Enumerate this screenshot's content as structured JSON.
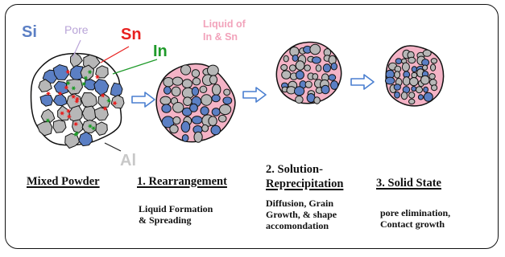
{
  "labels": {
    "si": "Si",
    "pore": "Pore",
    "sn": "Sn",
    "in": "In",
    "al": "Al",
    "liquid_line1": "Liquid of",
    "liquid_line2": "In & Sn"
  },
  "stages": [
    {
      "title": "Mixed Powder",
      "desc": []
    },
    {
      "title": "1. Rearrangement",
      "desc": [
        "Liquid Formation",
        "& Spreading"
      ]
    },
    {
      "title_line1": "2. Solution-",
      "title_line2": "Reprecipitation",
      "desc": [
        "Diffusion, Grain",
        "Growth, & shape",
        "accomondation"
      ]
    },
    {
      "title": "3. Solid State",
      "desc": [
        "pore elimination,",
        "Contact growth"
      ]
    }
  ],
  "colors": {
    "si": "#5b7fc4",
    "al": "#b7b7b7",
    "pore": "#ffffff",
    "sn": "#e8201f",
    "in": "#1f9a2a",
    "liquid": "#f4b3c6",
    "arrow": "#4a7fd0",
    "label_si": "#5b7fc4",
    "label_pore": "#b9a4d8",
    "label_sn": "#e8201f",
    "label_in": "#1f9a2a",
    "label_al": "#c8c8c8",
    "label_liquid": "#f2a3bb"
  }
}
